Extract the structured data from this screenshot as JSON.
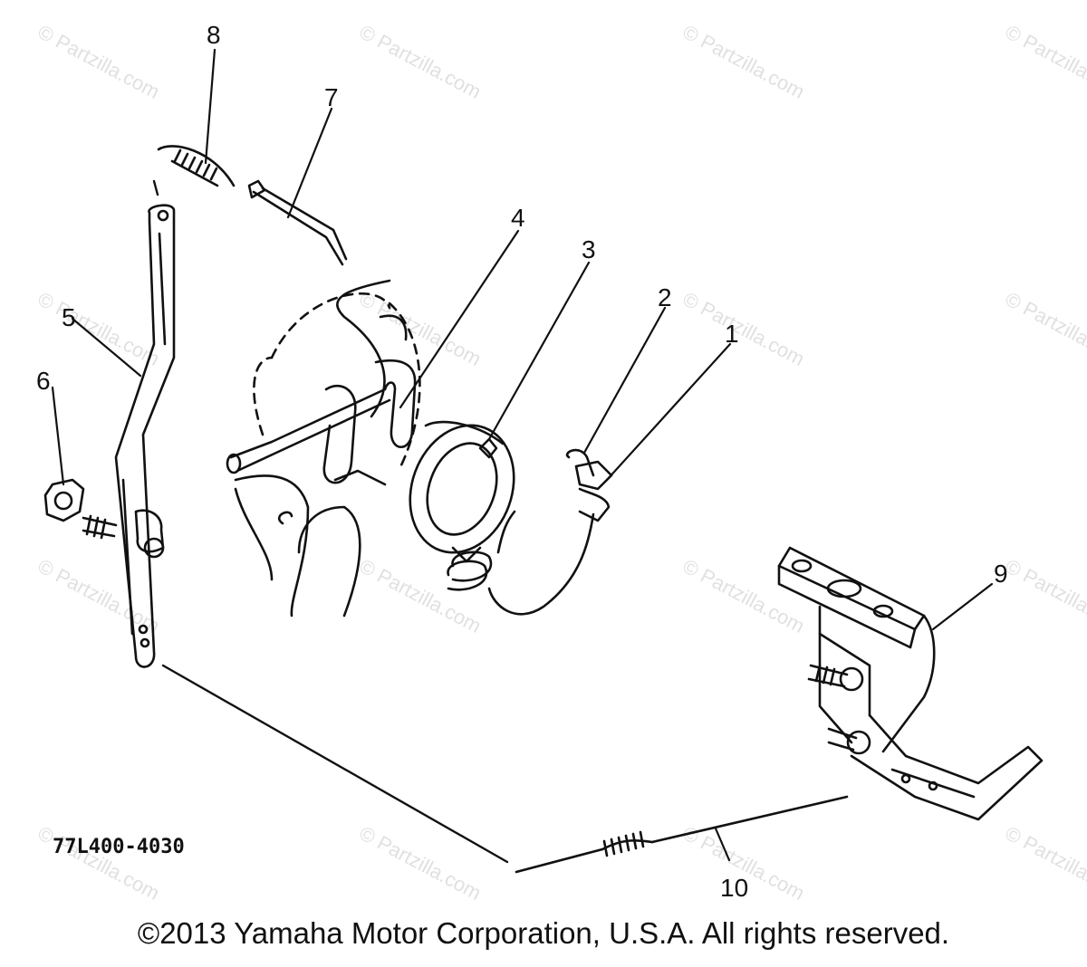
{
  "diagram": {
    "code": "77L400-4030",
    "part_numbers": [
      "1",
      "2",
      "3",
      "4",
      "5",
      "6",
      "7",
      "8",
      "9",
      "10"
    ]
  },
  "watermark": {
    "text": "© Partzilla.com",
    "color": "#c8c8c8"
  },
  "footer": {
    "copyright": "©2013 Yamaha Motor Corporation, U.S.A. All rights reserved."
  }
}
